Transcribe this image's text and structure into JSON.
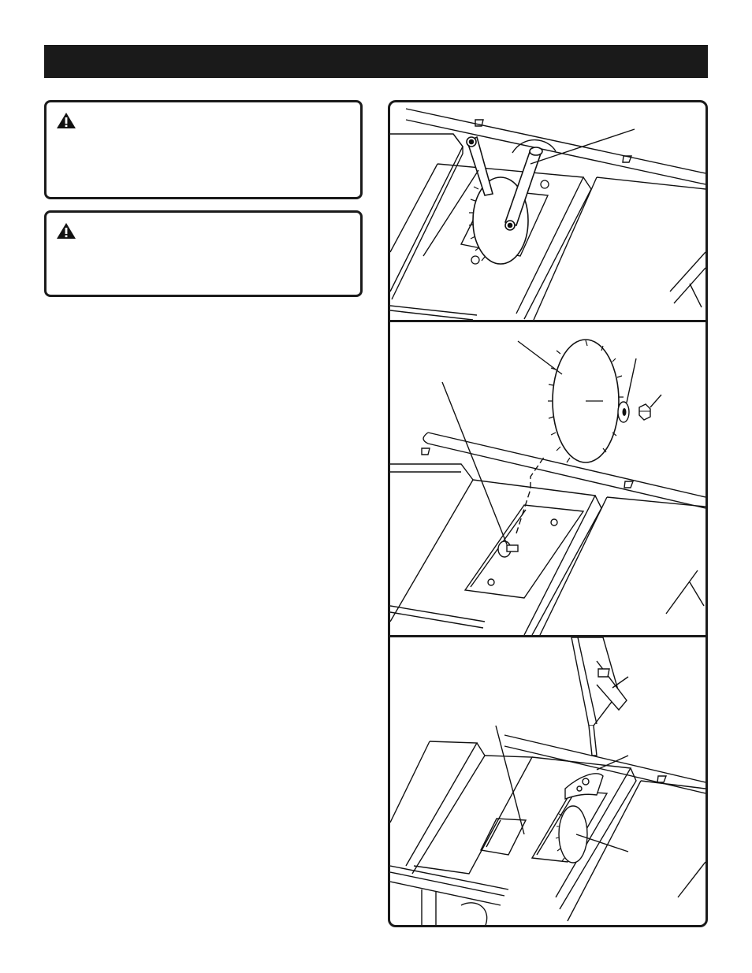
{
  "header": {
    "title": ""
  },
  "warnings": [
    {
      "icon": "warning-triangle-icon",
      "title": ""
    },
    {
      "icon": "warning-triangle-icon",
      "title": ""
    }
  ],
  "figures": [
    {
      "id": "blade-wrenches",
      "callouts": [
        "",
        ""
      ]
    },
    {
      "id": "blade-install",
      "callouts": [
        "",
        "",
        "",
        ""
      ]
    },
    {
      "id": "guard-assembly",
      "callouts": [
        "",
        "",
        "",
        ""
      ]
    }
  ],
  "colors": {
    "bar": "#1a1a1a",
    "line": "#111111",
    "paper": "#ffffff"
  }
}
